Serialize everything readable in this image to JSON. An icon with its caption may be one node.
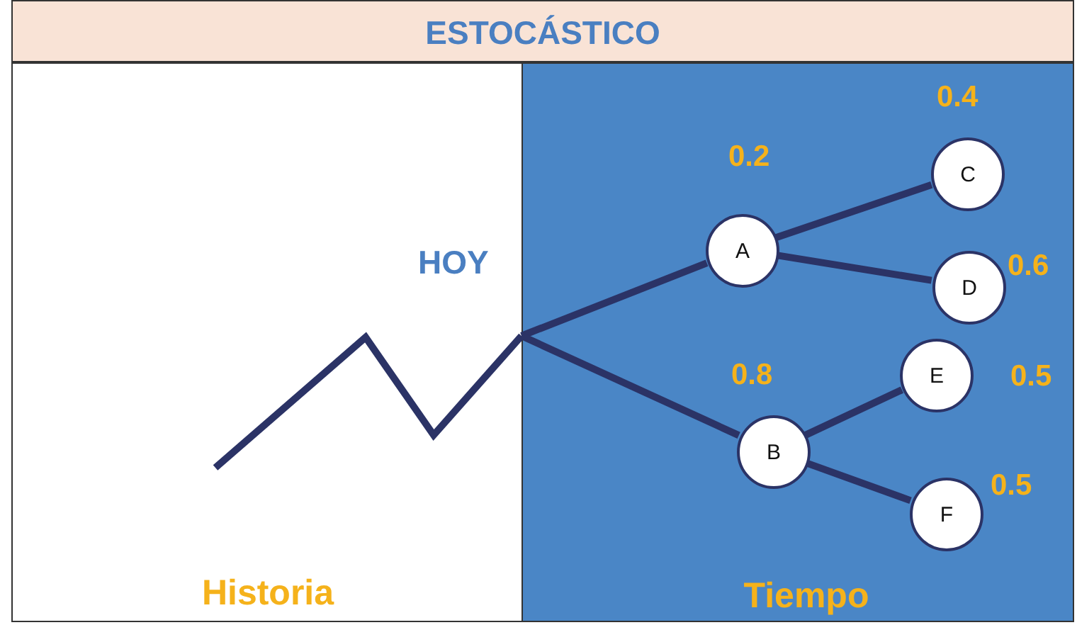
{
  "diagram": {
    "title": "ESTOCÁSTICO",
    "nodes": [
      {
        "text": [
          "Historia"
        ]
      },
      {
        "text": [
          "Tiempo"
        ]
      },
      {
        "text": [
          "A"
        ],
        "in": 1,
        "beside": [
          "0.2"
        ]
      },
      {
        "text": [
          "B"
        ],
        "in": 1,
        "beside": [
          "0.8"
        ]
      },
      {
        "text": [
          "C"
        ],
        "in": 1,
        "beside": [
          "0.4"
        ]
      },
      {
        "text": [
          "D"
        ],
        "in": 1,
        "beside": [
          "0.6"
        ]
      },
      {
        "text": [
          "E"
        ],
        "in": 1,
        "beside": [
          "0.5"
        ]
      },
      {
        "text": [
          "F"
        ],
        "in": 1,
        "beside": [
          "0.5"
        ]
      }
    ],
    "edges": [
      {
        "from": 0,
        "to": 2,
        "arrow": "none"
      },
      {
        "from": 0,
        "to": 3,
        "arrow": "none"
      },
      {
        "from": 2,
        "to": 4,
        "arrow": "none"
      },
      {
        "from": 2,
        "to": 5,
        "arrow": "none"
      },
      {
        "from": 3,
        "to": 6,
        "arrow": "none"
      },
      {
        "from": 3,
        "to": 7,
        "arrow": "none"
      }
    ],
    "labels": [
      "HOY"
    ]
  }
}
